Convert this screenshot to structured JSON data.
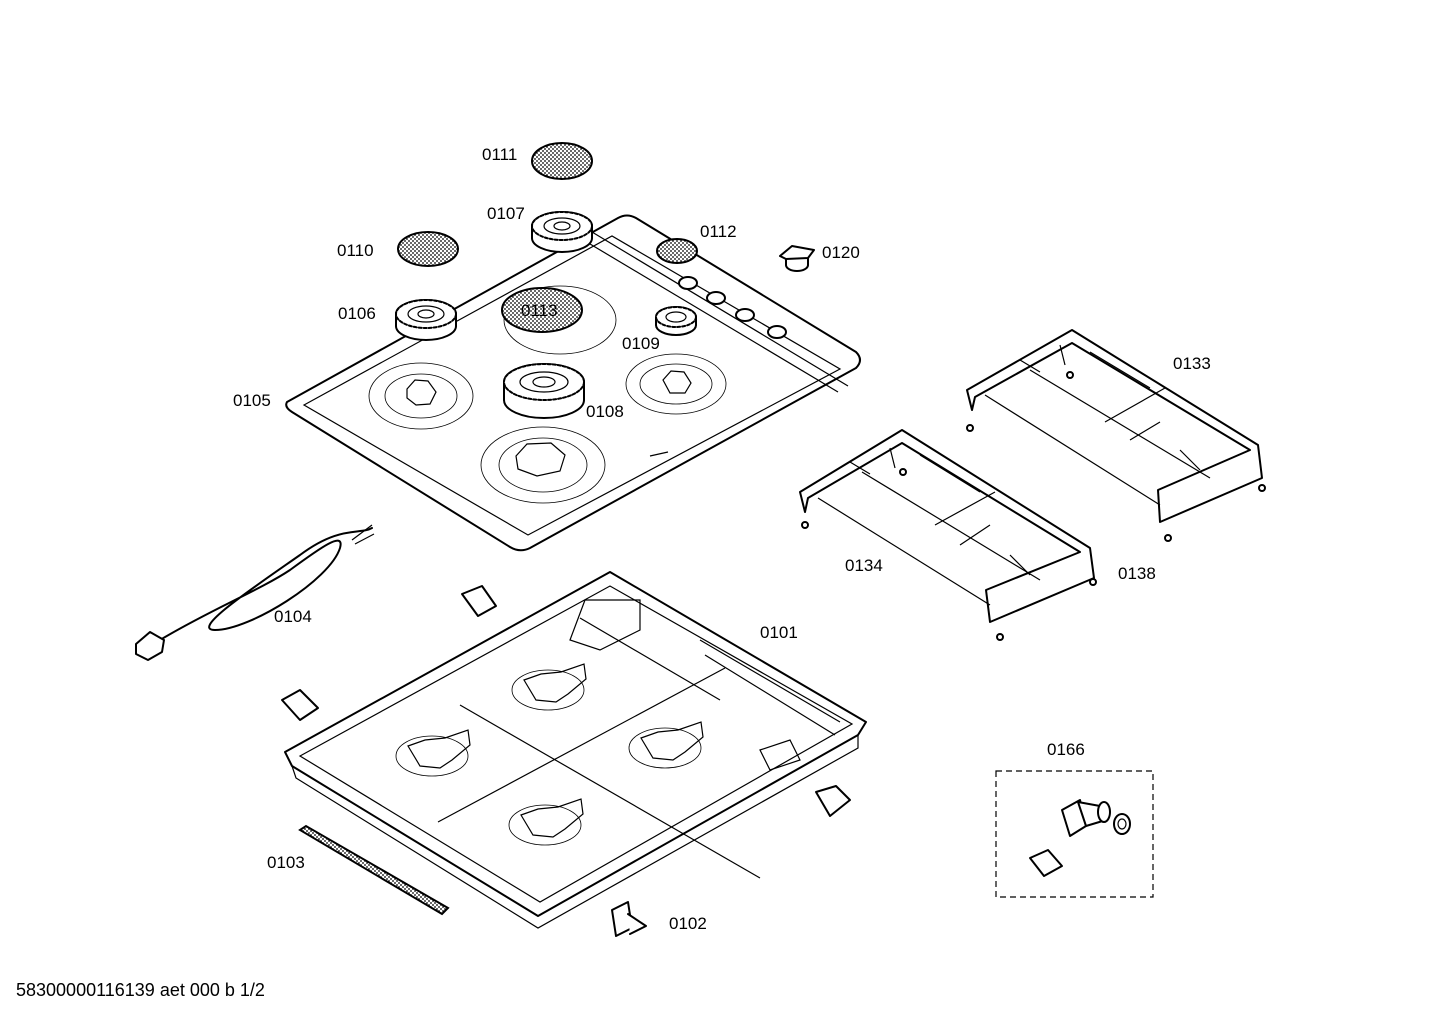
{
  "parts": {
    "p0111": "0111",
    "p0107": "0107",
    "p0112": "0112",
    "p0110": "0110",
    "p0120": "0120",
    "p0106": "0106",
    "p0113": "0113",
    "p0109": "0109",
    "p0133": "0133",
    "p0105": "0105",
    "p0108": "0108",
    "p0134": "0134",
    "p0138": "0138",
    "p0104": "0104",
    "p0101": "0101",
    "p0166": "0166",
    "p0103": "0103",
    "p0102": "0102"
  },
  "footer": {
    "code": "58300000116139 aet 000 b 1/2"
  },
  "colors": {
    "line": "#000000",
    "paper": "#ffffff"
  }
}
